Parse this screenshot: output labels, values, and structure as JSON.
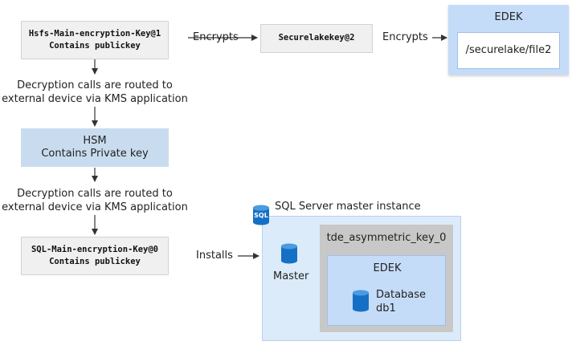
{
  "nodes": {
    "hsfs_key": {
      "name": "Hsfs-Main-encryption-Key@1",
      "desc": "Contains publickey"
    },
    "securelake_key": {
      "name": "Securelakekey@2"
    },
    "edek_top": {
      "title": "EDEK",
      "file": "/securelake/file2"
    },
    "hsm": {
      "title": "HSM",
      "desc": "Contains Private key"
    },
    "sql_key": {
      "name": "SQL-Main-encryption-Key@0",
      "desc": "Contains publickey"
    },
    "sql_server": {
      "title": "SQL Server master instance",
      "icon_text": "SQL",
      "master_label": "Master"
    },
    "tde_key": {
      "title": "tde_asymmetric_key_0"
    },
    "edek_inner": {
      "title": "EDEK",
      "db_line1": "Database",
      "db_line2": "db1"
    }
  },
  "edges": {
    "encrypts_1": "Encrypts",
    "encrypts_2": "Encrypts",
    "routed_1_line1": "Decryption calls are routed to",
    "routed_1_line2": "external device via KMS application",
    "routed_2_line1": "Decryption calls are routed to",
    "routed_2_line2": "external device via KMS application",
    "installs": "Installs"
  },
  "colors": {
    "grey_box": "#f0f0f0",
    "hsm_fill": "#c9dcef",
    "edek_fill": "#c5dcf8",
    "sql_fill": "#dcebfa",
    "tde_fill": "#c8c8c8",
    "db_icon": "#1570c5"
  }
}
